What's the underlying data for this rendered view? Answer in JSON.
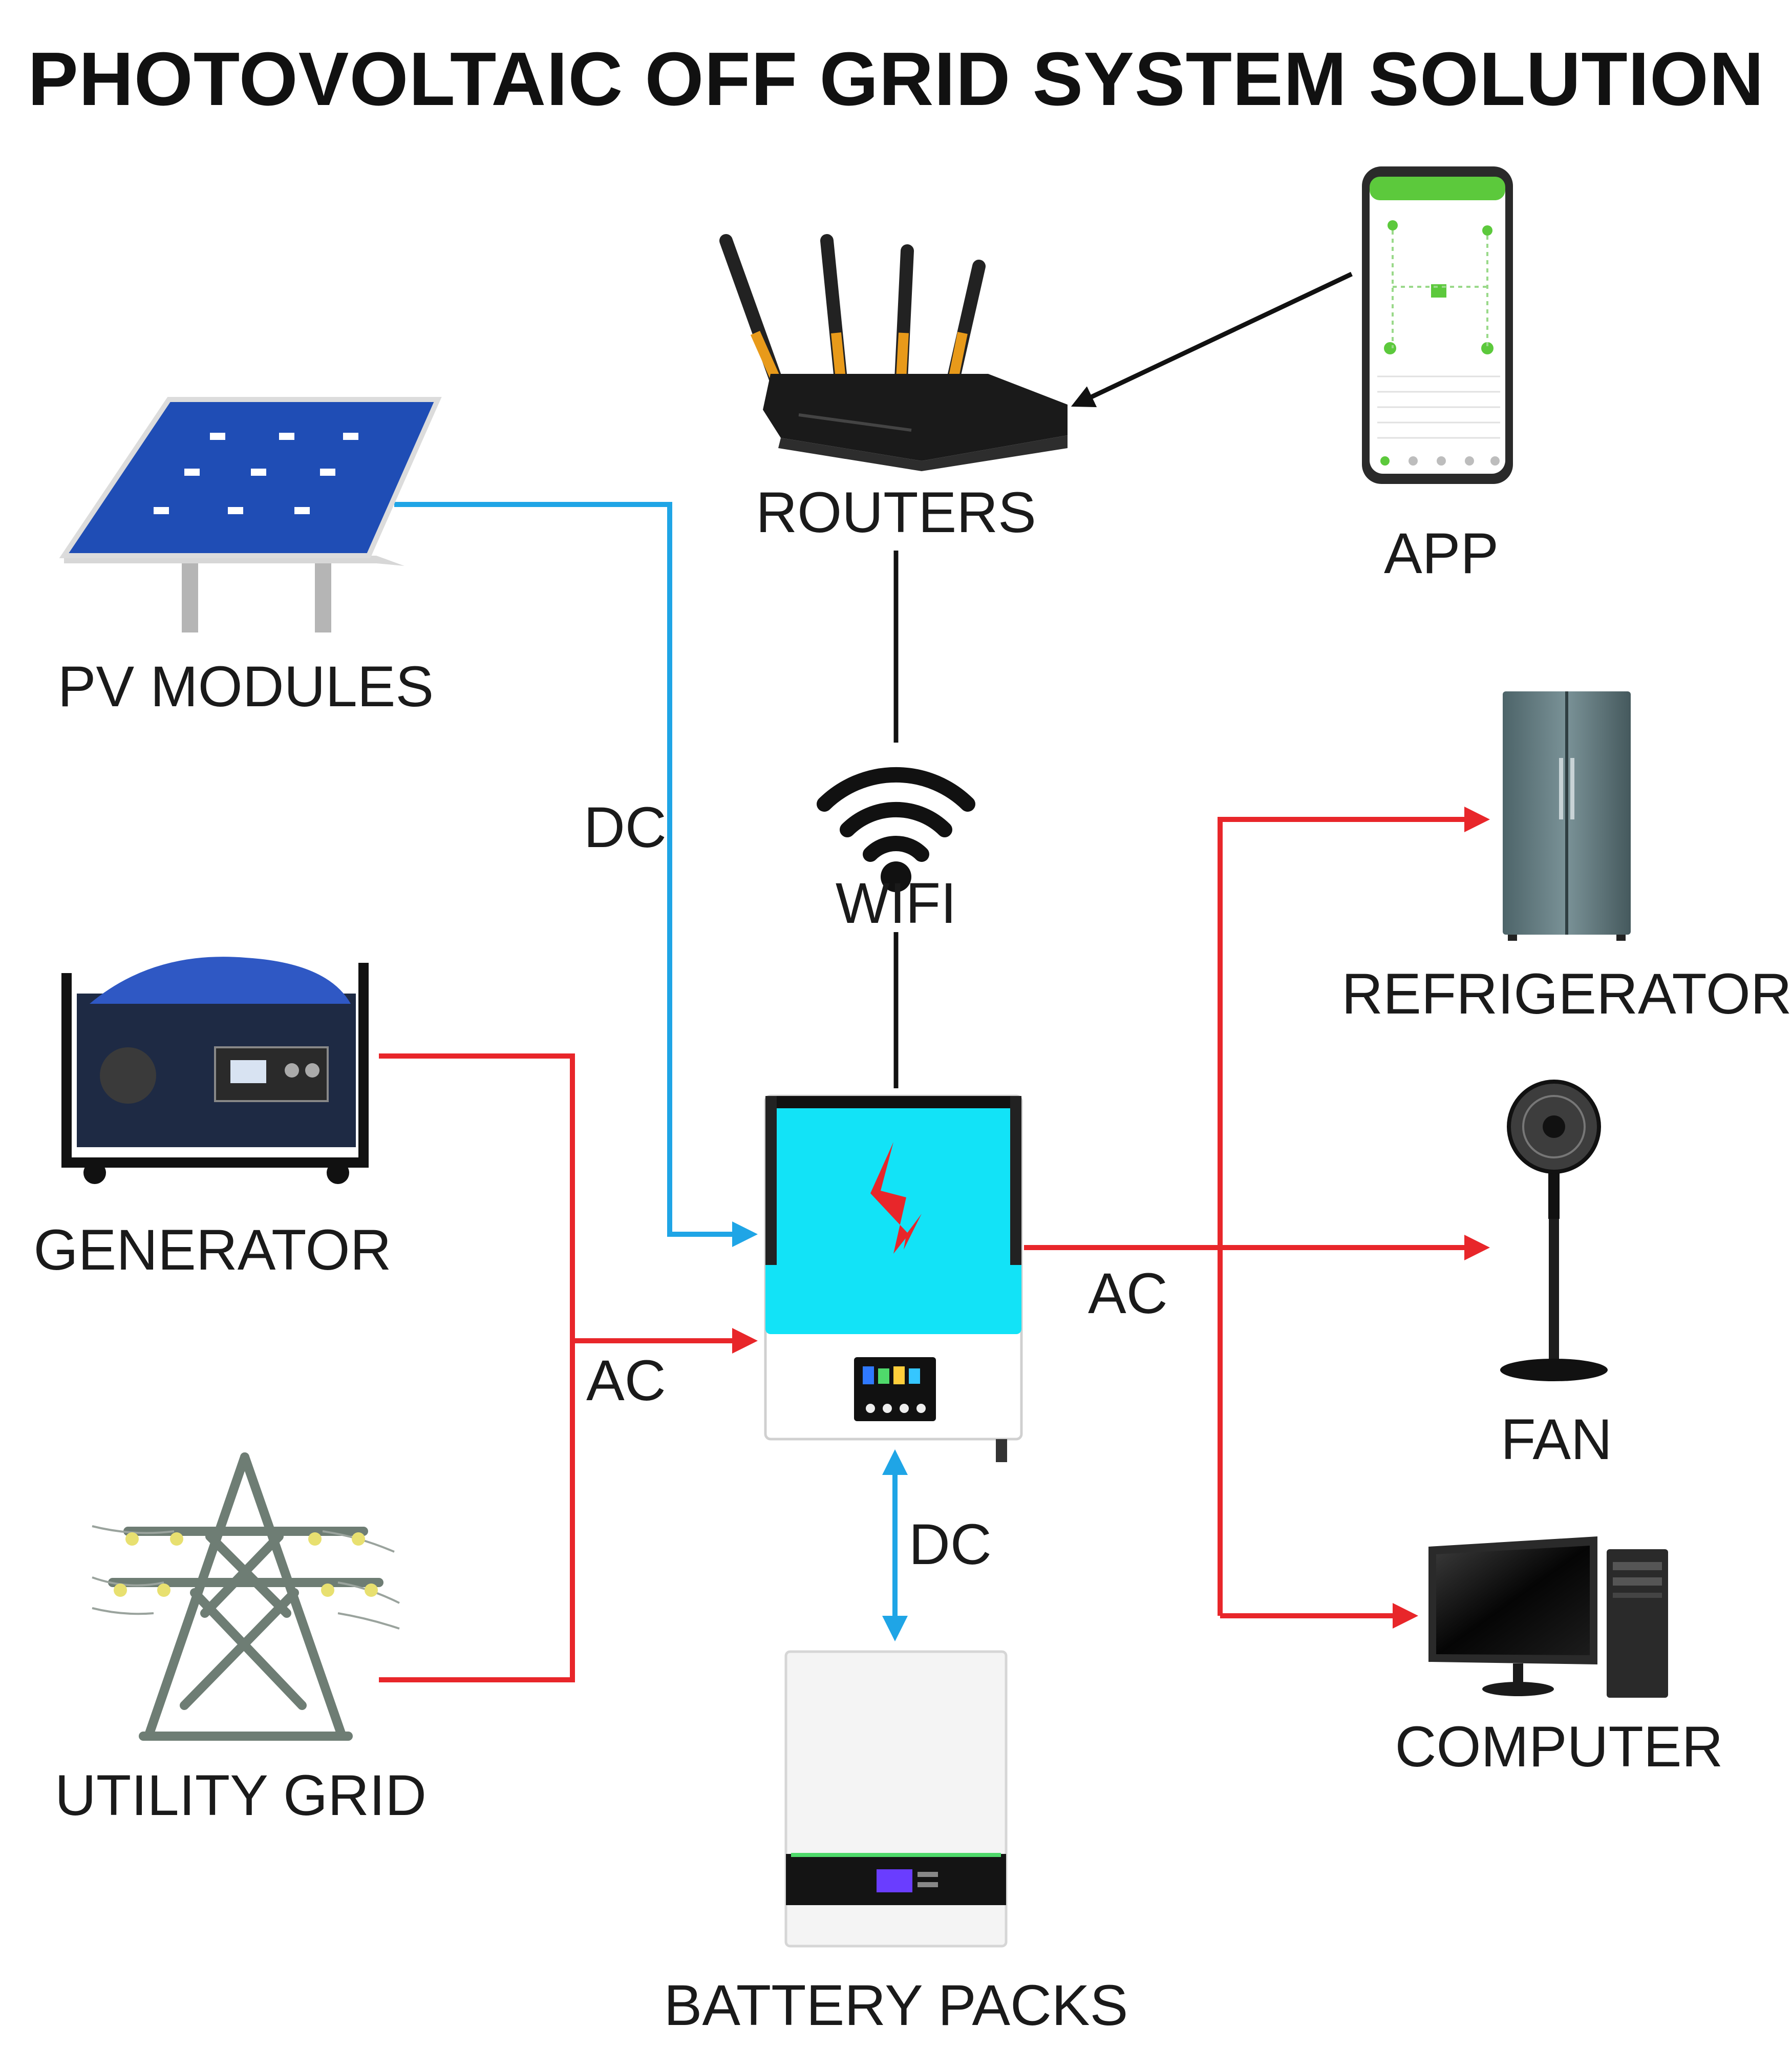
{
  "title": "PHOTOVOLTAIC OFF GRID SYSTEM SOLUTION",
  "nodes": {
    "pv_modules": "PV MODULES",
    "routers": "ROUTERS",
    "app": "APP",
    "generator": "GENERATOR",
    "utility_grid": "UTILITY GRID",
    "refrigerator": "REFRIGERATOR",
    "fan": "FAN",
    "computer": "COMPUTER",
    "battery_packs": "BATTERY PACKS",
    "wifi": "WIFI"
  },
  "connections": {
    "pv_dc": "DC",
    "grid_ac": "AC",
    "load_ac": "AC",
    "battery_dc": "DC"
  },
  "colors": {
    "dc_line": "#1fa5e6",
    "ac_line": "#e8262a",
    "wifi_line": "#111111",
    "inverter_top": "#12e3f7",
    "solar_panel": "#1f4db5"
  }
}
